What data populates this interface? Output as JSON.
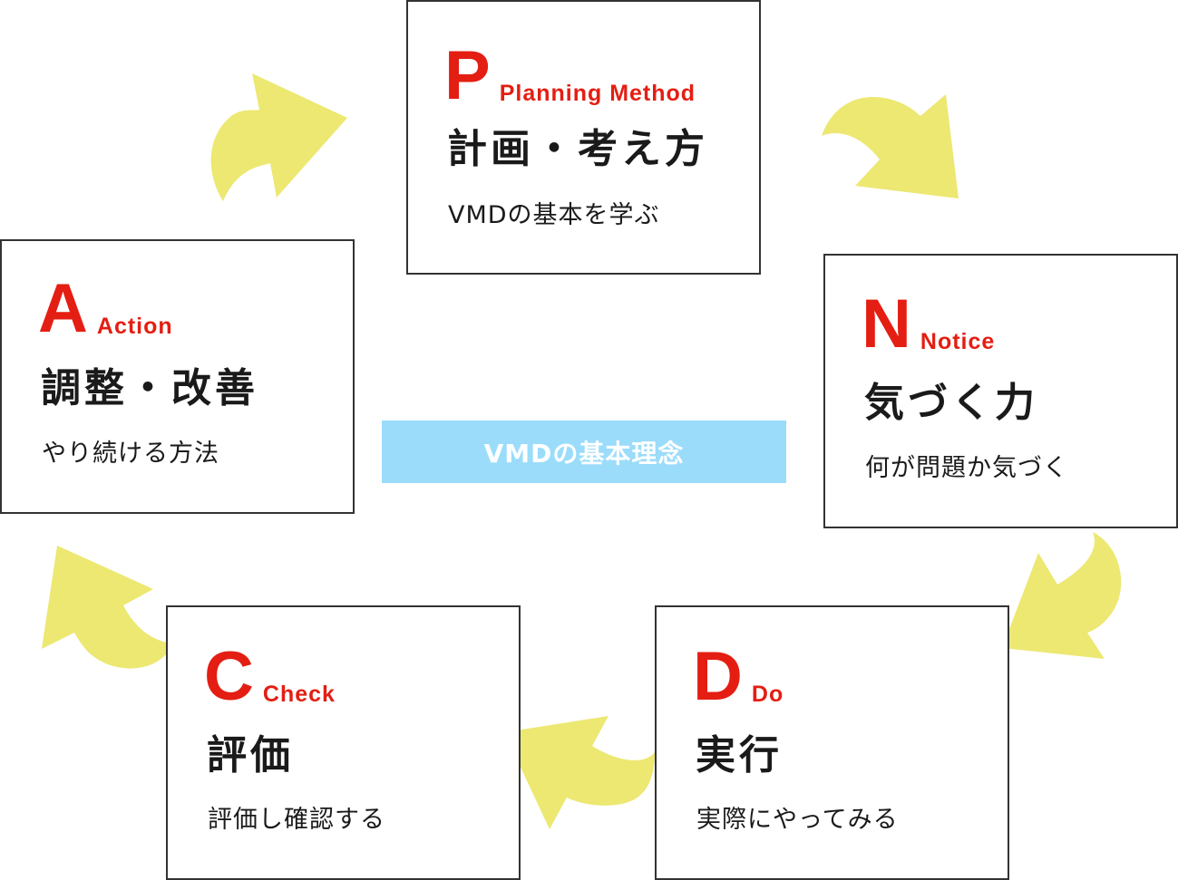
{
  "diagram": {
    "center_label": "VMDの基本理念",
    "colors": {
      "accent_red": "#e41e13",
      "arrow_yellow": "#ECE872",
      "banner_blue": "#9bdcfb",
      "border": "#333333",
      "text": "#1a1a1a"
    },
    "steps": {
      "p": {
        "letter": "P",
        "word": "Planning Method",
        "title": "計画・考え方",
        "subtitle": "VMDの基本を学ぶ"
      },
      "n": {
        "letter": "N",
        "word": "Notice",
        "title": "気づく力",
        "subtitle": "何が問題か気づく"
      },
      "d": {
        "letter": "D",
        "word": "Do",
        "title": "実行",
        "subtitle": "実際にやってみる"
      },
      "c": {
        "letter": "C",
        "word": "Check",
        "title": "評価",
        "subtitle": "評価し確認する"
      },
      "a": {
        "letter": "A",
        "word": "Action",
        "title": "調整・改善",
        "subtitle": "やり続ける方法"
      }
    },
    "cycle_order": [
      "P",
      "N",
      "D",
      "C",
      "A"
    ],
    "arrows": [
      {
        "from": "A",
        "to": "P",
        "icon": "curved-arrow-up-right"
      },
      {
        "from": "P",
        "to": "N",
        "icon": "curved-arrow-down-right"
      },
      {
        "from": "N",
        "to": "D",
        "icon": "curved-arrow-down-left"
      },
      {
        "from": "D",
        "to": "C",
        "icon": "curved-arrow-left"
      },
      {
        "from": "C",
        "to": "A",
        "icon": "curved-arrow-up-left"
      }
    ]
  }
}
